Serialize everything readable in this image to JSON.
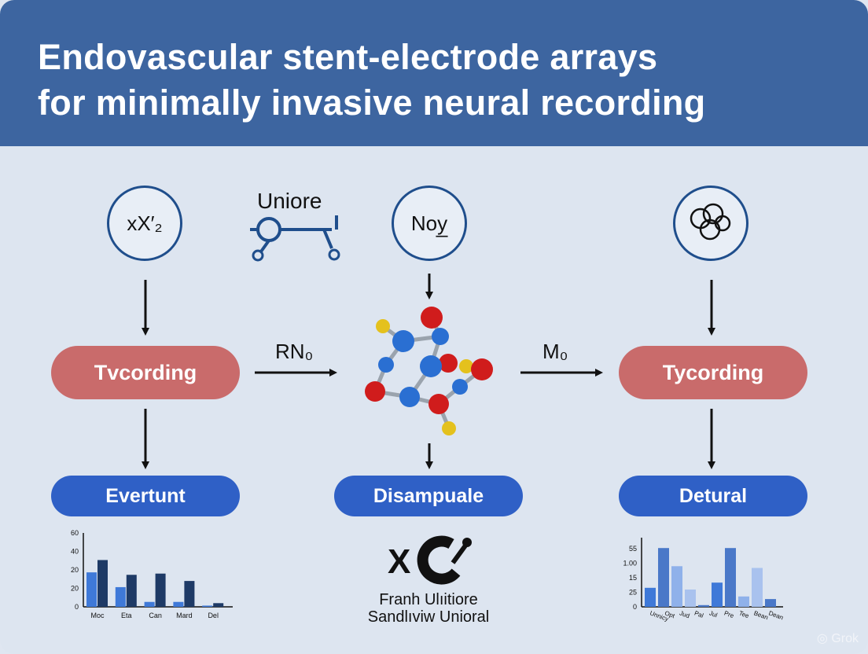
{
  "title": {
    "line1": "Endovascular stent-electrode arrays",
    "line2": "for minimally invasive neural recording"
  },
  "nodes": {
    "left_circle": "xX′₂",
    "center_circle": "Noy̲",
    "top_label": "Uniore"
  },
  "arrows": {
    "left_label": "RN₀",
    "right_label": "M₀"
  },
  "pills": {
    "left_red": "Tvcording",
    "right_red": "Tycording",
    "left_blue": "Evertunt",
    "center_blue": "Disampuale",
    "right_blue": "Detural"
  },
  "caption": {
    "logo_letter": "X",
    "line1": "Franh Ulıitiore",
    "line2": "Sandlıviw Unioral"
  },
  "watermark": "Grok",
  "colors": {
    "header": "#3d65a0",
    "pill_red": "#c96b6b",
    "pill_blue": "#2f60c6",
    "circle_stroke": "#1f4e8c"
  },
  "chart_data": [
    {
      "type": "bar",
      "categories": [
        "Moc",
        "Eta",
        "Can",
        "Mard",
        "Del"
      ],
      "series": [
        {
          "values": [
            28,
            16,
            4,
            4,
            1
          ]
        },
        {
          "values": [
            38,
            26,
            27,
            21,
            3
          ]
        }
      ],
      "yticks": [
        "60",
        "40",
        "20",
        "20",
        "0"
      ],
      "ylim": [
        0,
        60
      ],
      "colors": [
        "#3f79d8",
        "#1e3a66"
      ]
    },
    {
      "type": "bar",
      "categories": [
        "Unnicy",
        "Opt",
        "Jud",
        "Pal",
        "Jul",
        "Pre",
        "Tee",
        "Bean",
        "Dean"
      ],
      "values": [
        22,
        68,
        47,
        20,
        2,
        28,
        68,
        12,
        45,
        9
      ],
      "bar_labels": [
        "Unnicy",
        "Opt",
        "Jud",
        "Pal",
        "Jul",
        "Pre",
        "Tee",
        "Bean",
        "Dean"
      ],
      "yticks": [
        "55",
        "1.00",
        "15",
        "25",
        "0"
      ],
      "ylim": [
        0,
        80
      ],
      "colors": [
        "#3f79d8",
        "#4a78c8",
        "#8fb1ea",
        "#a9c2ee",
        "#4a78c8"
      ]
    }
  ]
}
